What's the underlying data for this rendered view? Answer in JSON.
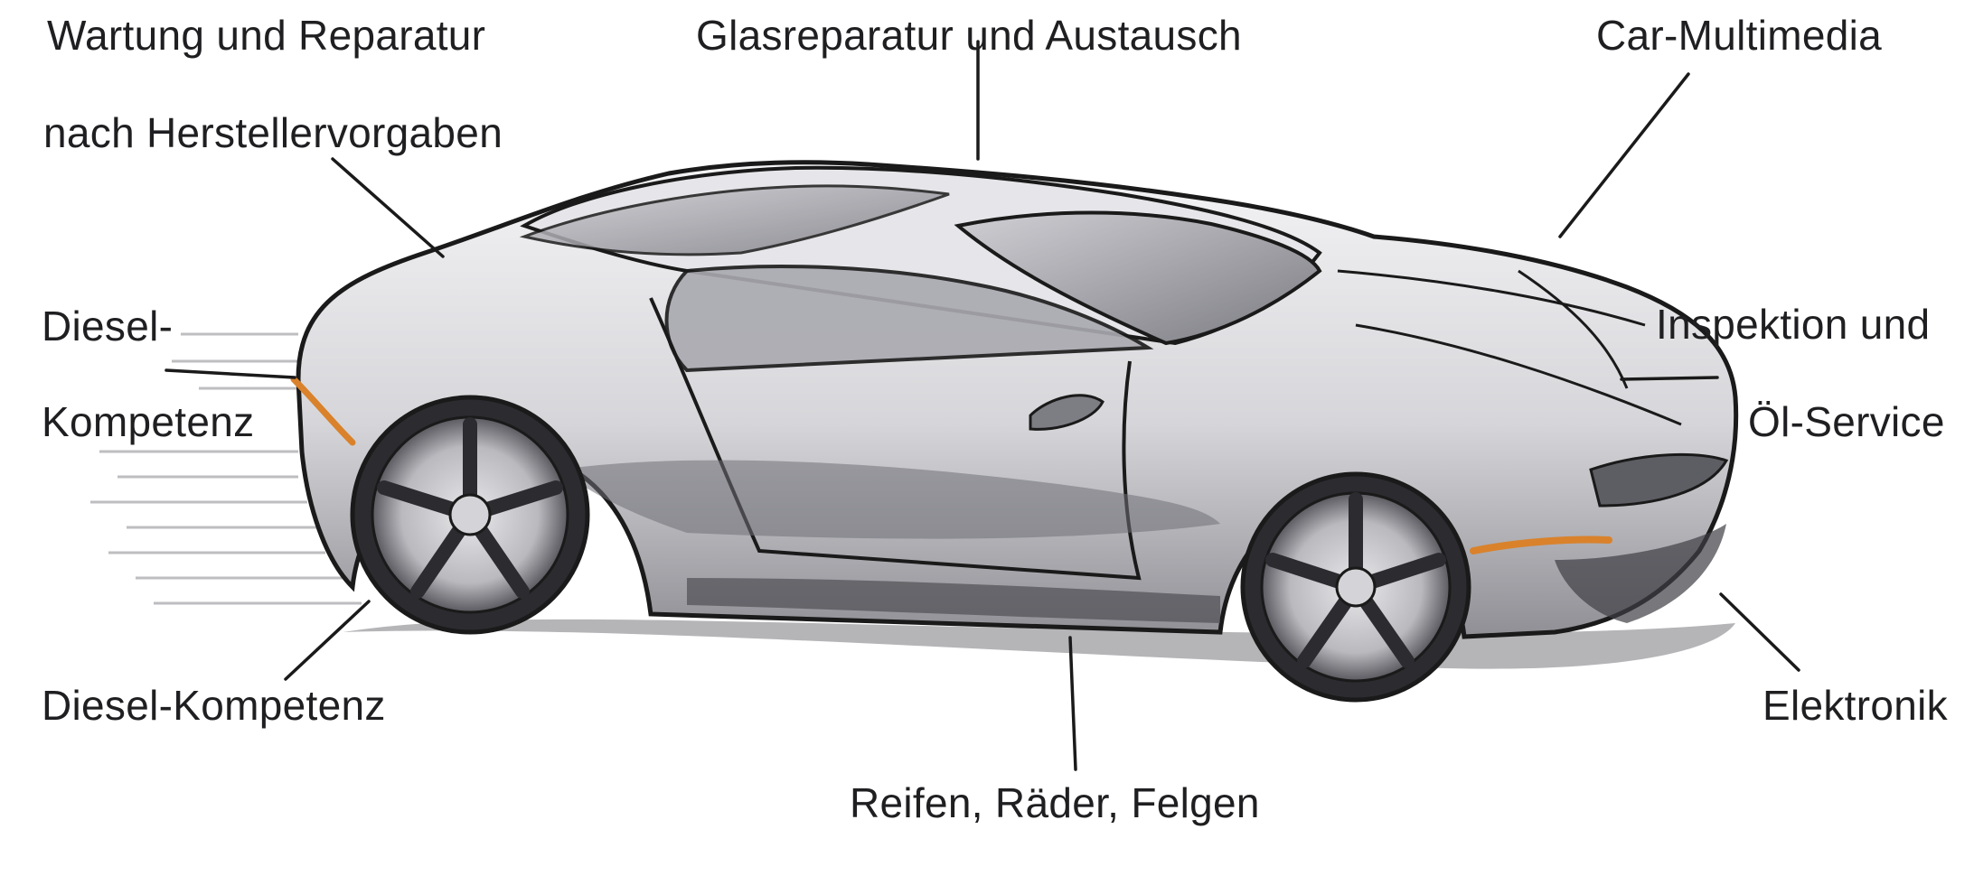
{
  "labels": {
    "wartung_line1": "Wartung und Reparatur",
    "wartung_line2": "nach Herstellervorgaben",
    "glas": "Glasreparatur und Austausch",
    "multimedia": "Car-Multimedia",
    "diesel_line1": "Diesel-",
    "diesel_line2": "Kompetenz",
    "inspektion_line1": "Inspektion und",
    "inspektion_line2": "Öl-Service",
    "diesel_kompetenz": "Diesel-Kompetenz",
    "elektronik": "Elektronik",
    "reifen": "Reifen, Räder, Felgen"
  },
  "colors": {
    "stroke": "#1a1a1a",
    "accent_orange": "#d9822b",
    "shading": "#6d6d72"
  }
}
